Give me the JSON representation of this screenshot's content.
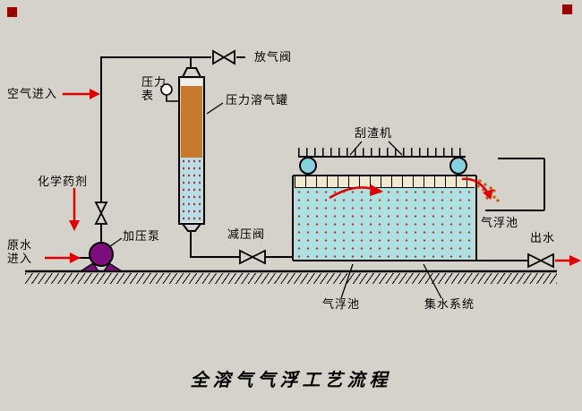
{
  "title": "全溶气气浮工艺流程",
  "labels": {
    "air_inlet": "空气进入",
    "vent_valve": "放气阀",
    "pressure_gauge": "压力\n表",
    "dissolved_air_tank": "压力溶气罐",
    "chemical_agent": "化学药剂",
    "raw_water": "原水\n进入",
    "pressure_pump": "加压泵",
    "pressure_reducing_valve": "减压阀",
    "scum_scraper": "刮渣机",
    "flotation_tank_side": "气浮池",
    "flotation_tank_bottom": "气浮池",
    "water_collection_system": "集水系统",
    "water_outlet": "出水"
  },
  "colors": {
    "background": "#d5d2cb",
    "line": "#000000",
    "arrow_red": "#e00000",
    "tank_orange": "#c8792e",
    "water_cyan": "#aee1e1",
    "dot_red": "#c03030",
    "pump_purple": "#7d0d7d",
    "wheel_cyan": "#85d2de",
    "scum_cream": "#f0e9d0",
    "chute_orange": "#cc5500",
    "corner_marker": "#990000"
  }
}
